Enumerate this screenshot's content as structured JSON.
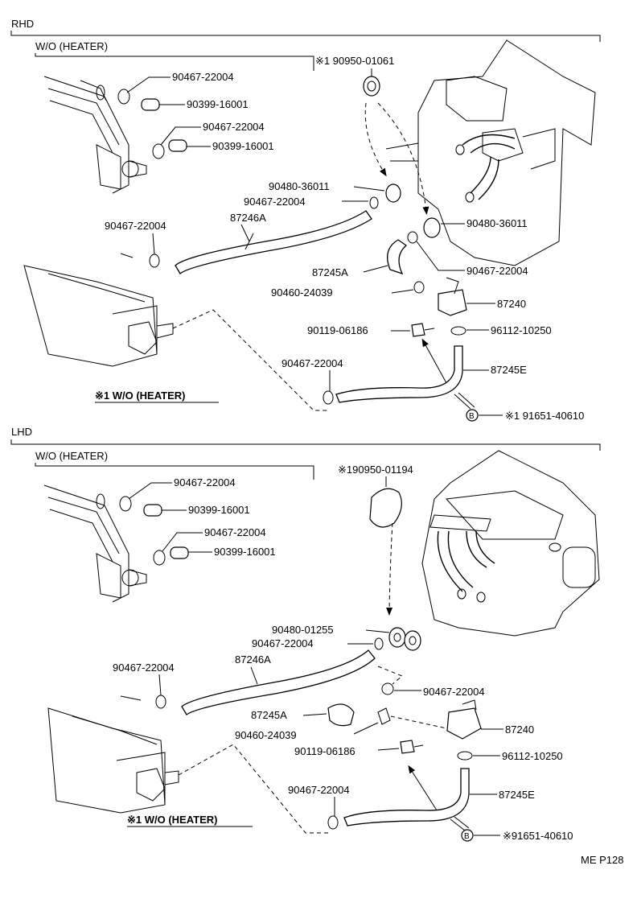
{
  "page_code": "ME P128",
  "sections": [
    {
      "id": "rhd",
      "title": "RHD",
      "variant_label": "W/O  (HEATER)",
      "note_label": "※1 W/O (HEATER)",
      "callouts": {
        "grommet": "※1 90950-01061",
        "clamp_a": "90467-22004",
        "plug_a": "90399-16001",
        "clamp_b": "90467-22004",
        "plug_b": "90399-16001",
        "grommet_1": "90480-36011",
        "clamp_c": "90467-22004",
        "hose_a": "87246A",
        "clamp_d": "90467-22004",
        "grommet_2": "90480-36011",
        "clamp_e": "90467-22004",
        "hose_b": "87245A",
        "bolt": "90460-24039",
        "valve": "87240",
        "screw": "90119-06186",
        "clip": "96112-10250",
        "clamp_f": "90467-22004",
        "hose_e": "87245E",
        "ref_b": "※1 91651-40610"
      }
    },
    {
      "id": "lhd",
      "title": "LHD",
      "variant_label": "W/O  (HEATER)",
      "note_label": "※1 W/O (HEATER)",
      "callouts": {
        "grommet": "※190950-01194",
        "clamp_a": "90467-22004",
        "plug_a": "90399-16001",
        "clamp_b": "90467-22004",
        "plug_b": "90399-16001",
        "grommet_1": "90480-01255",
        "clamp_c": "90467-22004",
        "clamp_d": "90467-22004",
        "hose_a": "87246A",
        "clamp_e": "90467-22004",
        "hose_b": "87245A",
        "bolt": "90460-24039",
        "valve": "87240",
        "screw": "90119-06186",
        "clip": "96112-10250",
        "clamp_f": "90467-22004",
        "hose_e": "87245E",
        "ref_b": "※91651-40610"
      }
    }
  ],
  "ref_marker": "B"
}
